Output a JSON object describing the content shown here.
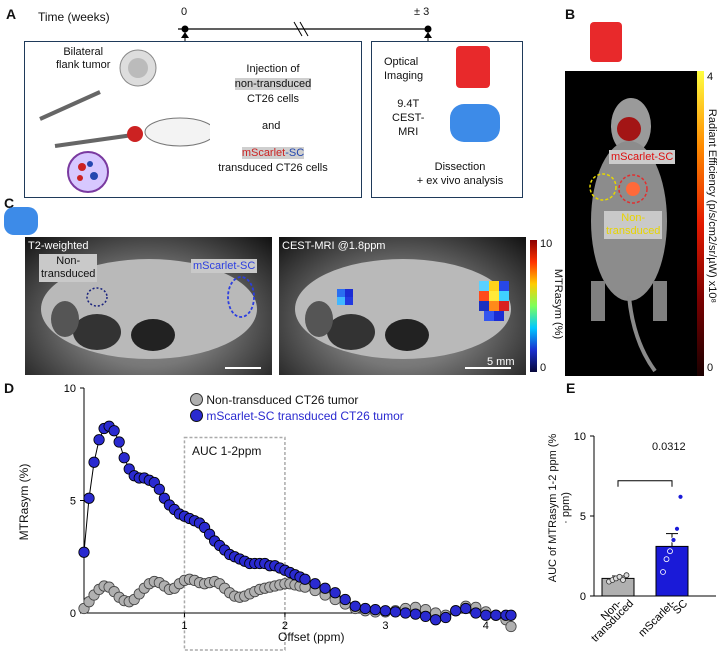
{
  "panels": {
    "a": "A",
    "b": "B",
    "c": "C",
    "d": "D",
    "e": "E"
  },
  "timeline": {
    "label": "Time (weeks)",
    "start": "0",
    "end": "± 3"
  },
  "box_left": {
    "tumor_label_1": "Bilateral",
    "tumor_label_2": "flank tumor",
    "injection": "Injection of",
    "nontransduced": "non-transduced",
    "ct26": "CT26 cells",
    "and": "and",
    "mscarlet_m": "mScarlet",
    "mscarlet_sc": "-SC",
    "transduced": "transduced CT26 cells"
  },
  "box_right": {
    "optical_1": "Optical",
    "optical_2": "Imaging",
    "mri_1": "9.4T",
    "mri_2": "CEST-",
    "mri_3": "MRI",
    "dissection_1": "Dissection",
    "dissection_2": "+ ex vivo analysis"
  },
  "panel_b": {
    "mscarlet": "mScarlet-SC",
    "non_1": "Non-",
    "non_2": "transduced",
    "cbar_max": "4",
    "cbar_min": "0",
    "cbar_label": "Radiant Efficiency (p/s/cm2/sr/µW) x10⁸"
  },
  "panel_c": {
    "left_title": "T2-weighted",
    "non_1": "Non-",
    "non_2": "transduced",
    "mscarlet": "mScarlet-SC",
    "right_title": "CEST-MRI @1.8ppm",
    "scale": "5 mm",
    "cbar_max": "10",
    "cbar_min": "0",
    "cbar_label": "MTRasym (%)"
  },
  "chart_data": [
    {
      "type": "scatter",
      "ylabel": "MTRasym (%)",
      "xlabel": "Offset (ppm)",
      "annotation": "AUC 1-2ppm",
      "xlim": [
        0,
        4.3
      ],
      "ylim": [
        0,
        10
      ],
      "x_ticks": [
        "1",
        "2",
        "3",
        "4"
      ],
      "y_ticks": [
        "0",
        "5",
        "10"
      ],
      "legend": "top-center",
      "series": [
        {
          "name": "Non-transduced CT26 tumor",
          "color": "#b0b0b0",
          "x": [
            0.0,
            0.05,
            0.1,
            0.15,
            0.2,
            0.25,
            0.3,
            0.35,
            0.4,
            0.45,
            0.5,
            0.55,
            0.6,
            0.65,
            0.7,
            0.75,
            0.8,
            0.85,
            0.9,
            0.95,
            1.0,
            1.05,
            1.1,
            1.15,
            1.2,
            1.25,
            1.3,
            1.35,
            1.4,
            1.45,
            1.5,
            1.55,
            1.6,
            1.65,
            1.7,
            1.75,
            1.8,
            1.85,
            1.9,
            1.95,
            2.0,
            2.05,
            2.1,
            2.15,
            2.2,
            2.3,
            2.4,
            2.5,
            2.6,
            2.7,
            2.8,
            2.9,
            3.0,
            3.1,
            3.2,
            3.3,
            3.4,
            3.5,
            3.6,
            3.7,
            3.8,
            3.9,
            4.0,
            4.1,
            4.2,
            4.25
          ],
          "y": [
            0.2,
            0.5,
            0.8,
            1.05,
            1.2,
            1.15,
            0.95,
            0.7,
            0.55,
            0.5,
            0.6,
            0.85,
            1.1,
            1.3,
            1.4,
            1.35,
            1.2,
            1.05,
            1.1,
            1.3,
            1.45,
            1.5,
            1.45,
            1.35,
            1.3,
            1.35,
            1.4,
            1.3,
            1.1,
            0.9,
            0.75,
            0.7,
            0.75,
            0.85,
            0.95,
            1.05,
            1.1,
            1.15,
            1.2,
            1.25,
            1.3,
            1.3,
            1.25,
            1.2,
            1.15,
            1.0,
            0.8,
            0.6,
            0.4,
            0.2,
            0.1,
            0.05,
            0.05,
            0.1,
            0.2,
            0.25,
            0.15,
            0.0,
            -0.1,
            0.1,
            0.3,
            0.25,
            0.05,
            -0.1,
            -0.3,
            -0.6
          ]
        },
        {
          "name": "mScarlet-SC transduced CT26 tumor",
          "color": "#2a2ad0",
          "x": [
            0.0,
            0.05,
            0.1,
            0.15,
            0.2,
            0.25,
            0.3,
            0.35,
            0.4,
            0.45,
            0.5,
            0.55,
            0.6,
            0.65,
            0.7,
            0.75,
            0.8,
            0.85,
            0.9,
            0.95,
            1.0,
            1.05,
            1.1,
            1.15,
            1.2,
            1.25,
            1.3,
            1.35,
            1.4,
            1.45,
            1.5,
            1.55,
            1.6,
            1.65,
            1.7,
            1.75,
            1.8,
            1.85,
            1.9,
            1.95,
            2.0,
            2.05,
            2.1,
            2.15,
            2.2,
            2.3,
            2.4,
            2.5,
            2.6,
            2.7,
            2.8,
            2.9,
            3.0,
            3.1,
            3.2,
            3.3,
            3.4,
            3.5,
            3.6,
            3.7,
            3.8,
            3.9,
            4.0,
            4.1,
            4.2,
            4.25
          ],
          "y": [
            2.7,
            5.1,
            6.7,
            7.7,
            8.2,
            8.3,
            8.1,
            7.6,
            6.9,
            6.4,
            6.1,
            6.0,
            6.0,
            5.9,
            5.8,
            5.5,
            5.1,
            4.8,
            4.6,
            4.4,
            4.3,
            4.2,
            4.1,
            4.0,
            3.8,
            3.5,
            3.2,
            3.0,
            2.8,
            2.6,
            2.5,
            2.4,
            2.3,
            2.2,
            2.2,
            2.2,
            2.2,
            2.1,
            2.1,
            2.0,
            1.9,
            1.8,
            1.7,
            1.6,
            1.5,
            1.3,
            1.1,
            0.9,
            0.6,
            0.3,
            0.2,
            0.15,
            0.1,
            0.05,
            0.0,
            -0.05,
            -0.15,
            -0.3,
            -0.2,
            0.1,
            0.2,
            0.0,
            -0.1,
            -0.1,
            -0.1,
            -0.1
          ]
        }
      ]
    },
    {
      "type": "bar",
      "ylabel": "AUC of MTRasym 1-2 ppm (% · ppm)",
      "categories": [
        "Non-transduced",
        "mScarlet-SC"
      ],
      "values": [
        1.1,
        3.1
      ],
      "errors": [
        0.15,
        0.8
      ],
      "points": [
        [
          0.9,
          1.0,
          1.1,
          1.2,
          1.0,
          1.3
        ],
        [
          1.5,
          2.3,
          2.8,
          3.5,
          4.2,
          6.2
        ]
      ],
      "colors": [
        "#b0b0b0",
        "#1a1ad8"
      ],
      "ylim": [
        0,
        10
      ],
      "y_ticks": [
        "0",
        "5",
        "10"
      ],
      "pvalue": "0.0312"
    }
  ]
}
